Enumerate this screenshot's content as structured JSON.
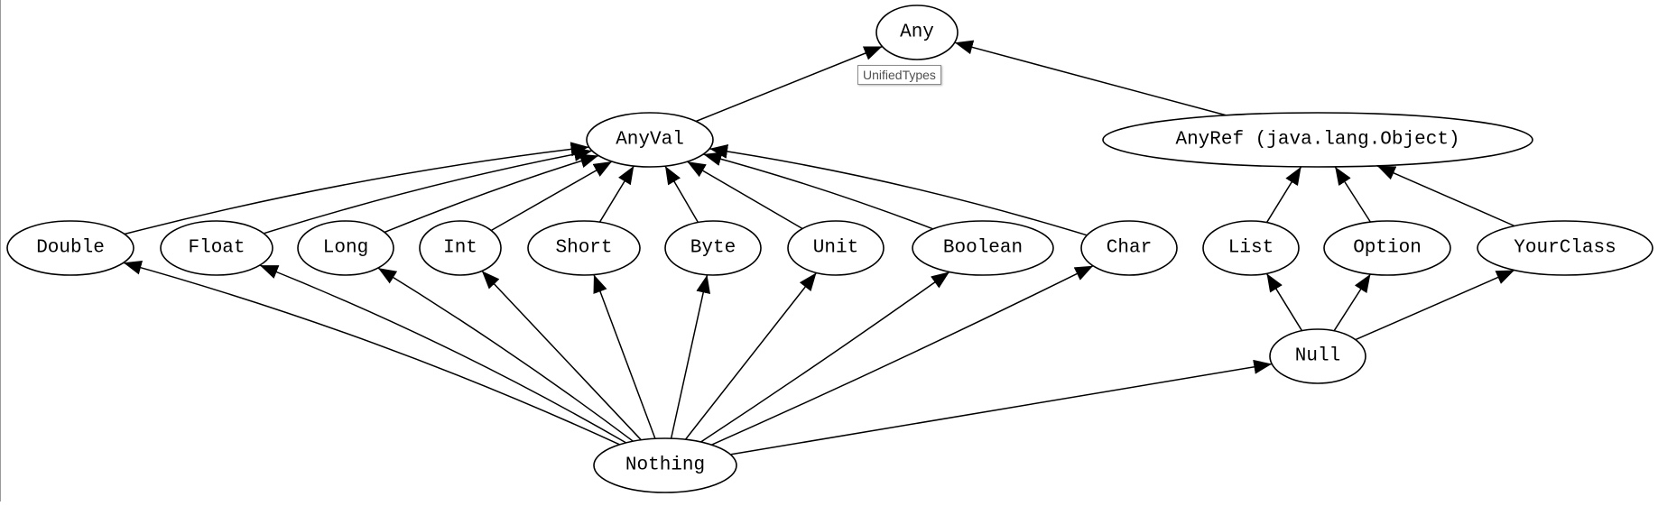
{
  "tooltip": "UnifiedTypes",
  "nodes": {
    "any": "Any",
    "anyval": "AnyVal",
    "anyref": "AnyRef (java.lang.Object)",
    "double": "Double",
    "float": "Float",
    "long": "Long",
    "int": "Int",
    "short": "Short",
    "byte": "Byte",
    "unit": "Unit",
    "boolean": "Boolean",
    "char": "Char",
    "list": "List",
    "option": "Option",
    "yourclass": "YourClass",
    "null": "Null",
    "nothing": "Nothing"
  },
  "edges": [
    [
      "anyval",
      "any"
    ],
    [
      "anyref",
      "any"
    ],
    [
      "double",
      "anyval"
    ],
    [
      "float",
      "anyval"
    ],
    [
      "long",
      "anyval"
    ],
    [
      "int",
      "anyval"
    ],
    [
      "short",
      "anyval"
    ],
    [
      "byte",
      "anyval"
    ],
    [
      "unit",
      "anyval"
    ],
    [
      "boolean",
      "anyval"
    ],
    [
      "char",
      "anyval"
    ],
    [
      "list",
      "anyref"
    ],
    [
      "option",
      "anyref"
    ],
    [
      "yourclass",
      "anyref"
    ],
    [
      "null",
      "list"
    ],
    [
      "null",
      "option"
    ],
    [
      "null",
      "yourclass"
    ],
    [
      "nothing",
      "double"
    ],
    [
      "nothing",
      "float"
    ],
    [
      "nothing",
      "long"
    ],
    [
      "nothing",
      "int"
    ],
    [
      "nothing",
      "short"
    ],
    [
      "nothing",
      "byte"
    ],
    [
      "nothing",
      "unit"
    ],
    [
      "nothing",
      "boolean"
    ],
    [
      "nothing",
      "char"
    ],
    [
      "nothing",
      "null"
    ]
  ]
}
